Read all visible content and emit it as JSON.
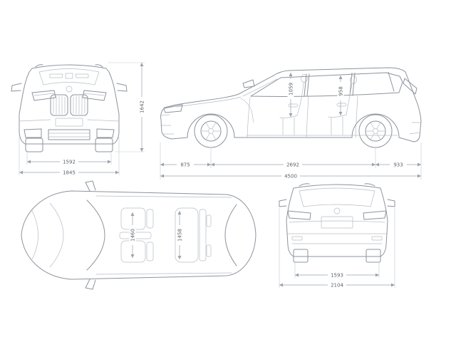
{
  "diagram": {
    "type": "vehicle-dimension-blueprint",
    "views": {
      "front": {
        "dims": {
          "track": "1592",
          "width": "1845",
          "height": "1642"
        }
      },
      "side": {
        "dims": {
          "front_overhang": "875",
          "wheelbase": "2692",
          "rear_overhang": "933",
          "length": "4500",
          "front_headroom": "1059",
          "rear_headroom": "958"
        }
      },
      "top": {
        "dims": {
          "front_interior_width": "1460",
          "rear_interior_width": "1458"
        }
      },
      "rear": {
        "dims": {
          "track": "1593",
          "width_incl_mirrors": "2104"
        }
      }
    },
    "colors": {
      "line": "#8d939c",
      "dim_line": "#9aa3ad",
      "text": "#5f6368",
      "background": "#ffffff"
    }
  }
}
